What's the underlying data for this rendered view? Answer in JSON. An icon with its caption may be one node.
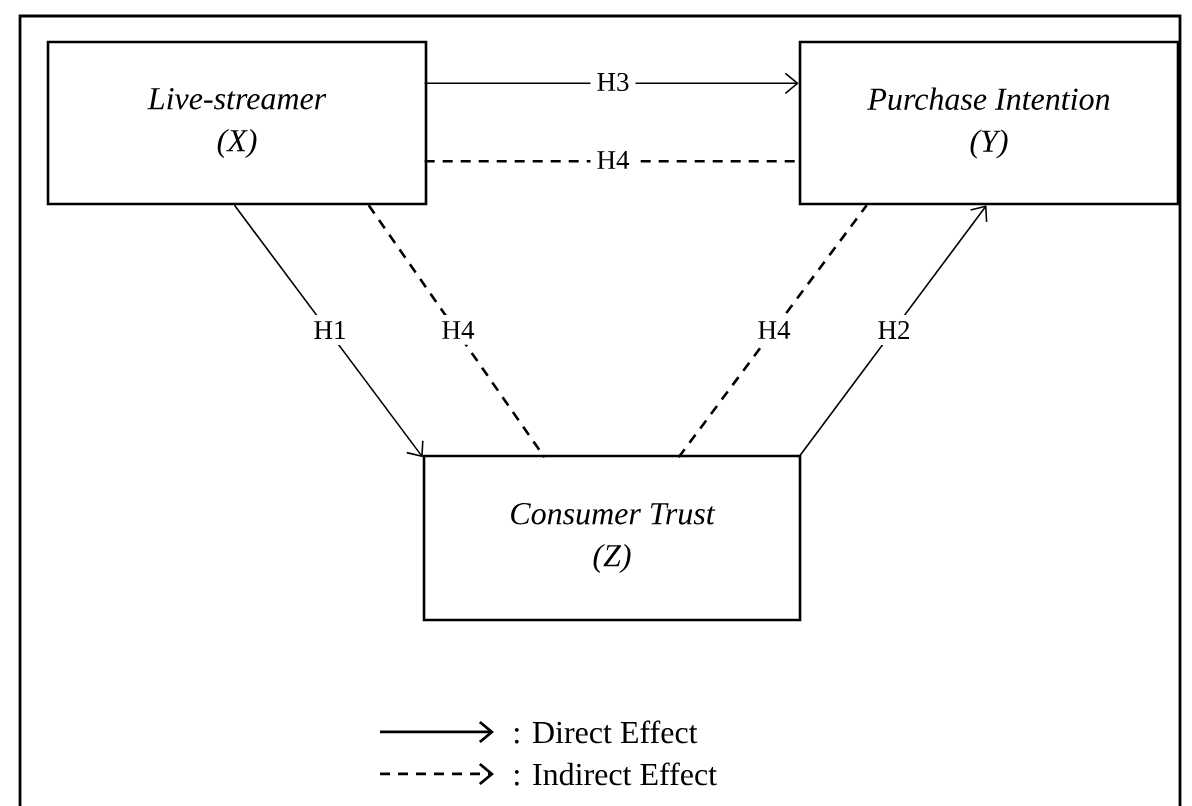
{
  "diagram": {
    "nodes": [
      {
        "text": [
          "Live-streamer",
          "(X)"
        ]
      },
      {
        "text": [
          "Purchase Intention",
          "(Y)"
        ]
      },
      {
        "text": [
          "Consumer Trust",
          "(Z)"
        ]
      }
    ],
    "edges": [
      {
        "from": 0,
        "to": 1,
        "arrow": "to",
        "label": "H3"
      },
      {
        "from": 0,
        "to": 1,
        "arrow": "none",
        "label": "H4",
        "style": "dashed"
      },
      {
        "from": 0,
        "to": 2,
        "arrow": "to",
        "label": "H1"
      },
      {
        "from": 0,
        "to": 2,
        "arrow": "none",
        "label": "H4",
        "style": "dashed"
      },
      {
        "from": 2,
        "to": 1,
        "arrow": "none",
        "label": "H4",
        "style": "dashed"
      },
      {
        "from": 2,
        "to": 1,
        "arrow": "to",
        "label": "H2"
      }
    ],
    "legend": [
      {
        "text": ": Direct Effect"
      },
      {
        "text": ": Indirect Effect"
      }
    ]
  }
}
